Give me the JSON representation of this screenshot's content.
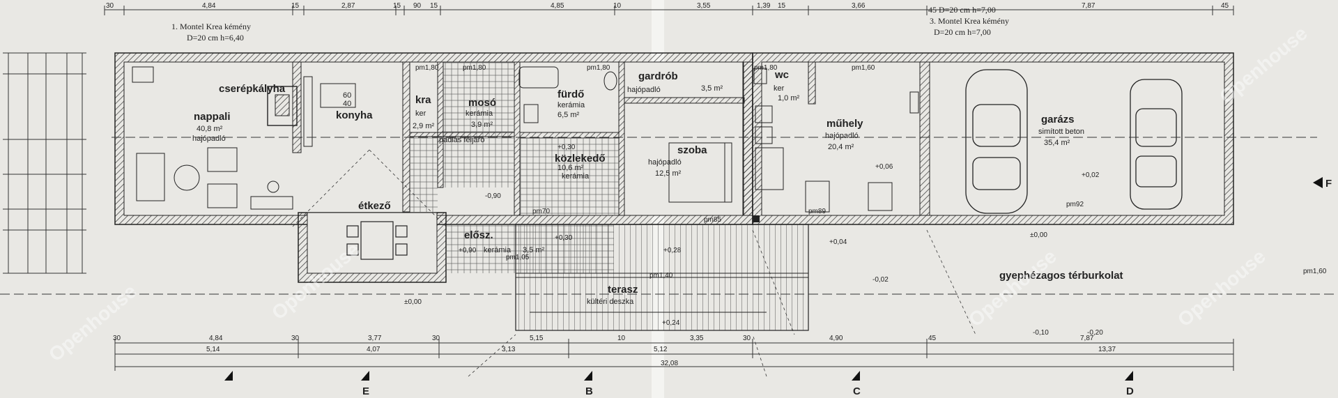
{
  "notes": {
    "chimney1_a": "1. Montel Krea kémény",
    "chimney1_b": "D=20 cm  h=6,40",
    "chimney3_a": "3. Montel Krea kémény",
    "chimney3_b": "D=20 cm  h=7,00",
    "chimney_top": "45  D=20 cm  h=7,00"
  },
  "rooms": {
    "nappali": {
      "name": "nappali",
      "area": "40,8 m²",
      "floor": "hajópadló"
    },
    "cserep": {
      "name": "cserépkályha"
    },
    "konyha": {
      "name": "konyha",
      "w": "60",
      "d": "40"
    },
    "kamra": {
      "name": "kra",
      "floor": "ker",
      "area": "2,9 m²"
    },
    "moso": {
      "name": "mosó",
      "floor": "kerámia",
      "area": "3,9 m²"
    },
    "furdo": {
      "name": "fürdő",
      "floor": "kerámia",
      "area": "6,5 m²"
    },
    "gardrob": {
      "name": "gardrób",
      "floor": "hajópadló",
      "area": "3,5 m²"
    },
    "wc": {
      "name": "wc",
      "floor": "ker",
      "area": "1,0 m²"
    },
    "kozlekedo": {
      "name": "közlekedő",
      "floor": "kerámia",
      "area": "10,6 m²"
    },
    "szoba": {
      "name": "szoba",
      "floor": "hajópadló",
      "area": "12,5 m²"
    },
    "muhely": {
      "name": "műhely",
      "floor": "hajópadló",
      "area": "20,4 m²"
    },
    "garazs": {
      "name": "garázs",
      "floor": "simított beton",
      "area": "35,4 m²"
    },
    "etkezo": {
      "name": "étkező"
    },
    "eloszoba": {
      "name": "elősz.",
      "floor": "kerámia",
      "area": "3,5 m²"
    },
    "terasz": {
      "name": "terasz",
      "floor": "kültéri deszka"
    },
    "padlas": {
      "name": "padlás feljáró"
    },
    "ext": {
      "name": "gyephézagos térburkolat"
    }
  },
  "levels": {
    "l1": "+0,30",
    "l2": "+0,30",
    "l3": "+0,06",
    "l4": "+0,02",
    "l5": "±0,00",
    "l6": "+0,04",
    "l7": "-0,02",
    "l8": "+0,28",
    "l9": "+0,24",
    "l10": "±0,00",
    "l11": "-0,10",
    "l12": "-0,20",
    "l13": "-0,90",
    "l14": "+0,90"
  },
  "top_dims": [
    "30",
    "4,84",
    "15",
    "2,87",
    "15",
    "90",
    "15",
    "4,85",
    "10",
    "3,55",
    "1,39",
    "15",
    "3,66",
    "7,87",
    "45"
  ],
  "bottom_dims_1": [
    "30",
    "4,84",
    "30",
    "3,77",
    "30",
    "5,15",
    "10",
    "3,35",
    "30",
    "4,90",
    "45",
    "7,87"
  ],
  "bottom_dims_2": [
    "5,14",
    "4,07",
    "3,13",
    "5,12",
    "13,37"
  ],
  "bottom_total": "32,08",
  "sections": {
    "e": "E",
    "b": "B",
    "c": "C",
    "d": "D",
    "f": "F"
  },
  "openings": [
    "pm1,80",
    "pm1,80",
    "pm1,80",
    "pm1,60",
    "pm1,80",
    "pm1,60",
    "pm85",
    "pm89",
    "pm92",
    "pm1,05",
    "pm70",
    "pm1,40"
  ],
  "watermark": "Openhouse"
}
